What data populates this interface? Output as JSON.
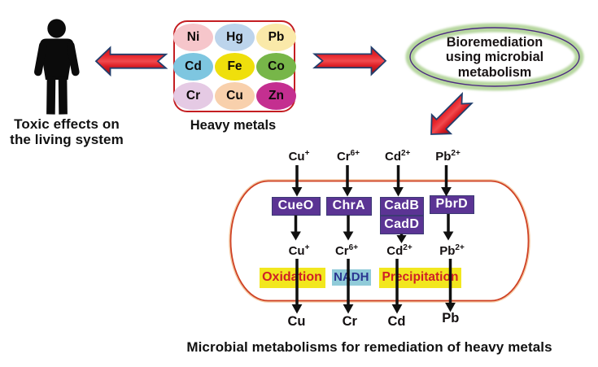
{
  "left_panel": {
    "figure": "human-pictogram",
    "caption_line1": "Toxic effects on",
    "caption_line2": "the living system"
  },
  "heavy_metals": {
    "label": "Heavy metals",
    "border_color": "#c41e22",
    "metals": [
      {
        "symbol": "Ni",
        "color": "#f6c6cb"
      },
      {
        "symbol": "Hg",
        "color": "#bcd4ec"
      },
      {
        "symbol": "Pb",
        "color": "#fae9a9"
      },
      {
        "symbol": "Cd",
        "color": "#7ec6e0"
      },
      {
        "symbol": "Fe",
        "color": "#efdf0c"
      },
      {
        "symbol": "Co",
        "color": "#77b649"
      },
      {
        "symbol": "Cr",
        "color": "#e5cae4"
      },
      {
        "symbol": "Cu",
        "color": "#f8d0ac"
      },
      {
        "symbol": "Zn",
        "color": "#c42f90"
      }
    ]
  },
  "bioremediation": {
    "line1": "Bioremediation",
    "line2": "using microbial",
    "line3": "metabolism",
    "ring_green": "#b3d198",
    "ring_purple": "#4c2b82"
  },
  "arrows": {
    "red_fill": "#e01b24",
    "outline": "#1f3e6e"
  },
  "cell": {
    "outline_color": "#c23a28",
    "box_color": "#5b3494",
    "ions_in": [
      {
        "base": "Cu",
        "sup": "+"
      },
      {
        "base": "Cr",
        "sup": "6+"
      },
      {
        "base": "Cd",
        "sup": "2+"
      },
      {
        "base": "Pb",
        "sup": "2+"
      }
    ],
    "transporters": [
      {
        "label": "CueO"
      },
      {
        "label": "ChrA"
      },
      {
        "label": "CadB"
      },
      {
        "label": "CadD"
      },
      {
        "label": "PbrD"
      }
    ],
    "ions_mid": [
      {
        "base": "Cu",
        "sup": "+"
      },
      {
        "base": "Cr",
        "sup": "6+"
      },
      {
        "base": "Cd",
        "sup": "2+"
      },
      {
        "base": "Pb",
        "sup": "2+"
      }
    ],
    "processes": [
      {
        "label": "Oxidation",
        "bg": "#f2e71e",
        "color": "#cf2026"
      },
      {
        "label": "NADH",
        "bg": "#90cbd9",
        "color": "#2a3590"
      },
      {
        "label": "Precipitation",
        "bg": "#f2e71e",
        "color": "#cf2026"
      }
    ],
    "outputs": [
      {
        "label": "Cu"
      },
      {
        "label": "Cr"
      },
      {
        "label": "Cd"
      },
      {
        "label": "Pb"
      }
    ]
  },
  "caption": "Microbial metabolisms for remediation of heavy metals"
}
